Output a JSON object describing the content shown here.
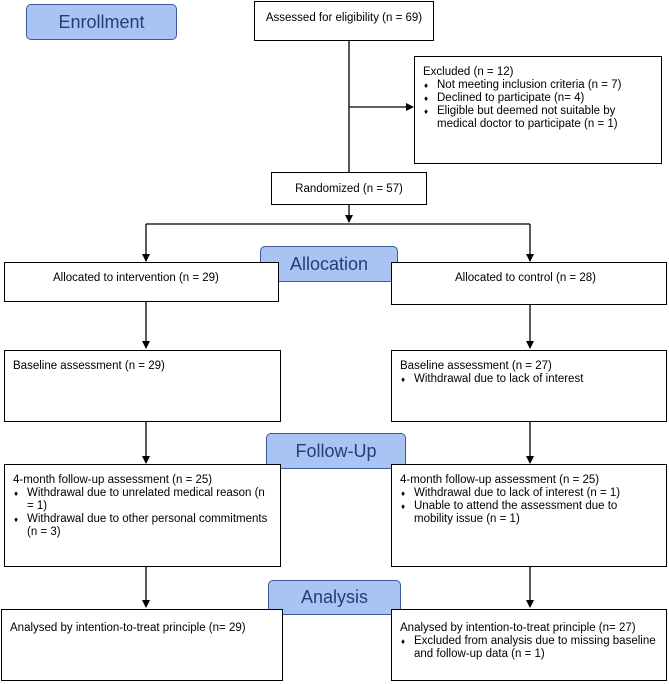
{
  "stages": {
    "enrollment": "Enrollment",
    "allocation": "Allocation",
    "follow_up": "Follow-Up",
    "analysis": "Analysis"
  },
  "assessed": "Assessed for eligibility (n = 69)",
  "excluded": {
    "title": "Excluded (n = 12)",
    "items": [
      "Not meeting inclusion criteria (n = 7)",
      "Declined to participate (n=  4)",
      "Eligible but deemed not suitable by medical doctor to participate (n = 1)"
    ]
  },
  "randomized": "Randomized (n = 57)",
  "intervention": {
    "allocated": "Allocated to intervention (n = 29)",
    "baseline": "Baseline assessment (n = 29)",
    "followup_title": "4-month follow-up assessment (n = 25)",
    "followup_items": [
      "Withdrawal due to unrelated medical reason (n = 1)",
      "Withdrawal due to other personal commitments (n = 3)"
    ],
    "analysed": "Analysed by intention-to-treat principle (n= 29)"
  },
  "control": {
    "allocated": "Allocated to control (n = 28)",
    "baseline_title": "Baseline assessment (n = 27)",
    "baseline_items": [
      "Withdrawal due to lack of interest"
    ],
    "followup_title": "4-month follow-up assessment (n = 25)",
    "followup_items": [
      "Withdrawal due to lack of interest (n = 1)",
      "Unable to attend the assessment due to mobility issue (n = 1)"
    ],
    "analysed_title": "Analysed by intention-to-treat principle (n= 27)",
    "analysed_items": [
      "Excluded from analysis due to missing baseline and follow-up data (n = 1)"
    ]
  }
}
